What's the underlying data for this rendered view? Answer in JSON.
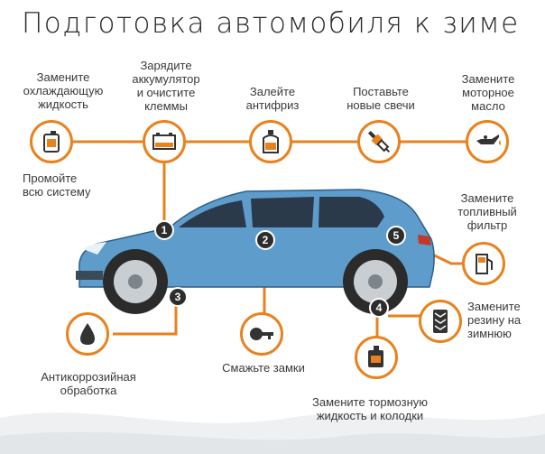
{
  "title": "Подготовка автомобиля к зиме",
  "labels": {
    "coolant": "Замените\nохлаждающую\nжидкость",
    "battery": "Зарядите\nаккумулятор\nи очистите\nклеммы",
    "antifreeze": "Залейте\nантифриз",
    "plugs": "Поставьте\nновые свечи",
    "oil": "Замените\nмоторное\nмасло",
    "flush": "Промойте\nвсю систему",
    "fuel_filter": "Замените\nтопливный\nфильтр",
    "tires": "Замените\nрезину на\nзимнюю",
    "anticorrosion": "Антикоррозийная\nобработка",
    "locks": "Смажьте замки",
    "brakes": "Замените тормозную\nжидкость и колодки"
  },
  "badges": {
    "b1": "1",
    "b2": "2",
    "b3": "3",
    "b4": "4",
    "b5": "5"
  },
  "colors": {
    "accent": "#e8821e",
    "car_body": "#5d9ccb",
    "text": "#3a3a3a"
  },
  "icons": [
    "canister-icon",
    "battery-icon",
    "antifreeze-bottle-icon",
    "spark-plug-icon",
    "oil-can-icon",
    "fuel-pump-icon",
    "tire-tread-icon",
    "oil-drop-icon",
    "car-key-icon",
    "brake-fluid-canister-icon"
  ]
}
